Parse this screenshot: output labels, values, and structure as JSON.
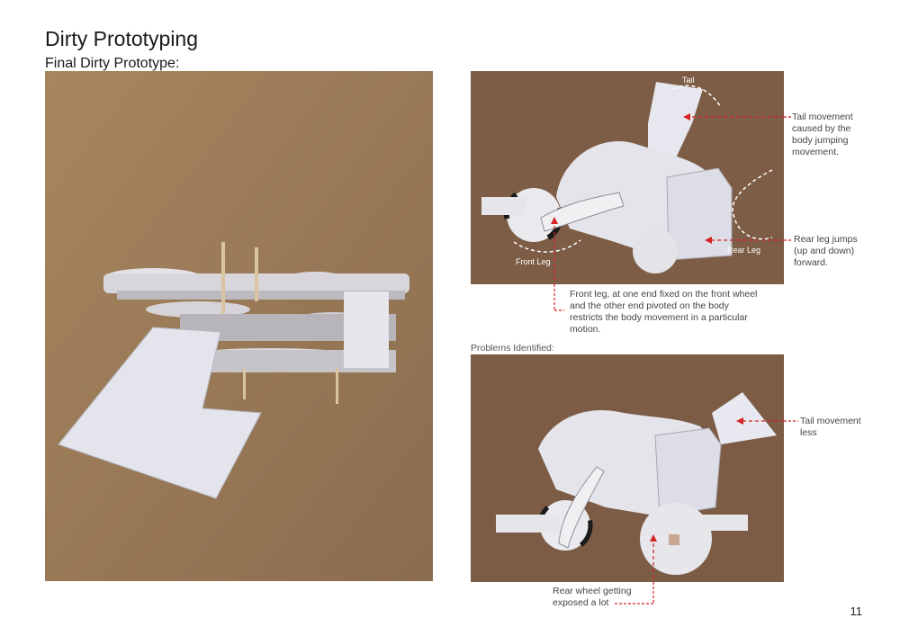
{
  "page": {
    "title": "Dirty Prototyping",
    "subtitle": "Final Dirty Prototype:",
    "page_number": "11"
  },
  "top_photo": {
    "labels": {
      "tail": "Tail",
      "front_leg": "Front Leg",
      "rear_leg": "Rear Leg"
    },
    "annotations": {
      "tail": "Tail movement caused by the body jumping movement.",
      "rear_leg": "Rear leg jumps (up and down) forward.",
      "front_leg": "Front leg, at one end fixed on the front wheel and the other end pivoted on the body restricts the body movement in a particular motion."
    }
  },
  "problems": {
    "heading": "Problems Identified:",
    "annotations": {
      "tail": "Tail movement less",
      "rear_wheel": "Rear wheel getting exposed a lot"
    }
  },
  "colors": {
    "cardboard": "#9b7a58",
    "paper": "#e8e8ee",
    "annotation_arrow": "#d62222"
  }
}
